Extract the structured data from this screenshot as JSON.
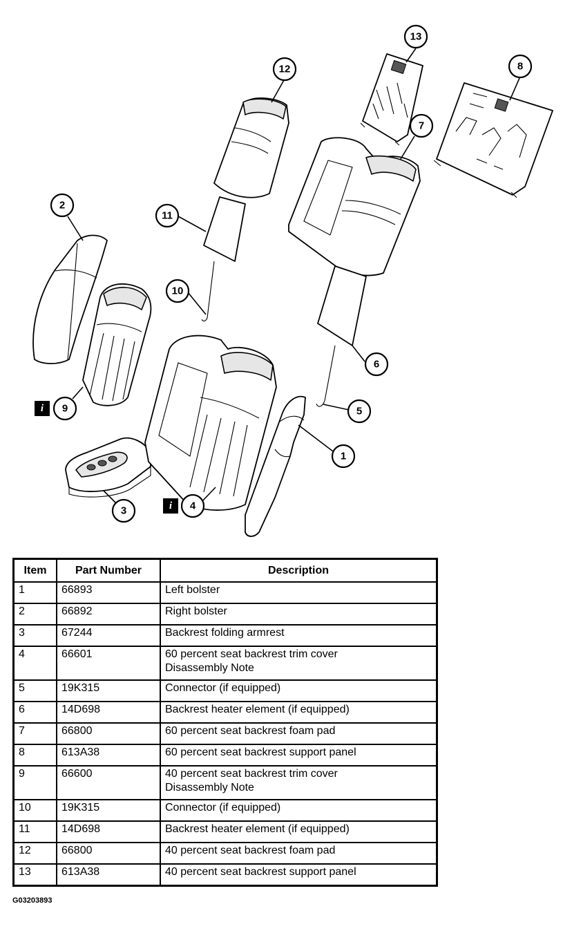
{
  "diagram": {
    "callouts": [
      "1",
      "2",
      "3",
      "4",
      "5",
      "6",
      "7",
      "8",
      "9",
      "10",
      "11",
      "12",
      "13"
    ],
    "info_icon": "i"
  },
  "table": {
    "headers": {
      "item": "Item",
      "part_number": "Part Number",
      "description": "Description"
    },
    "rows": [
      {
        "item": "1",
        "part_number": "66893",
        "description": "Left bolster"
      },
      {
        "item": "2",
        "part_number": "66892",
        "description": "Right bolster"
      },
      {
        "item": "3",
        "part_number": "67244",
        "description": "Backrest folding armrest"
      },
      {
        "item": "4",
        "part_number": "66601",
        "description": "60 percent seat backrest trim cover",
        "note": "Disassembly Note"
      },
      {
        "item": "5",
        "part_number": "19K315",
        "description": "Connector (if equipped)"
      },
      {
        "item": "6",
        "part_number": "14D698",
        "description": "Backrest heater element (if equipped)"
      },
      {
        "item": "7",
        "part_number": "66800",
        "description": "60 percent seat backrest foam pad"
      },
      {
        "item": "8",
        "part_number": "613A38",
        "description": "60 percent seat backrest support panel"
      },
      {
        "item": "9",
        "part_number": "66600",
        "description": "40 percent seat backrest trim cover",
        "note": "Disassembly Note"
      },
      {
        "item": "10",
        "part_number": "19K315",
        "description": "Connector (if equipped)"
      },
      {
        "item": "11",
        "part_number": "14D698",
        "description": "Backrest heater element (if equipped)"
      },
      {
        "item": "12",
        "part_number": "66800",
        "description": "40 percent seat backrest foam pad"
      },
      {
        "item": "13",
        "part_number": "613A38",
        "description": "40 percent seat backrest support panel"
      }
    ]
  },
  "figure_id": "G03203893"
}
